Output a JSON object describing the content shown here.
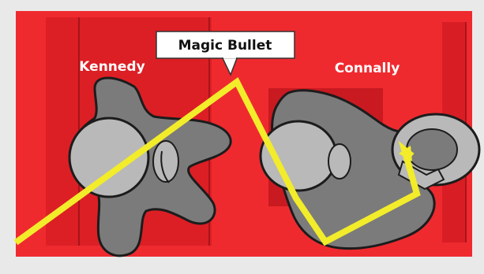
{
  "title": "Magic Bullet",
  "labels": {
    "left_figure": "Kennedy",
    "right_figure": "Connally"
  },
  "colors": {
    "background": "#e9e9e9",
    "car_red": "#ef2a2f",
    "car_dark_red": "#c81a20",
    "figure_fill": "#7b7b7b",
    "figure_light": "#b9b9b9",
    "outline": "#1c1c1c",
    "bullet_path": "#f2ec2a",
    "callout_bg": "#ffffff"
  }
}
